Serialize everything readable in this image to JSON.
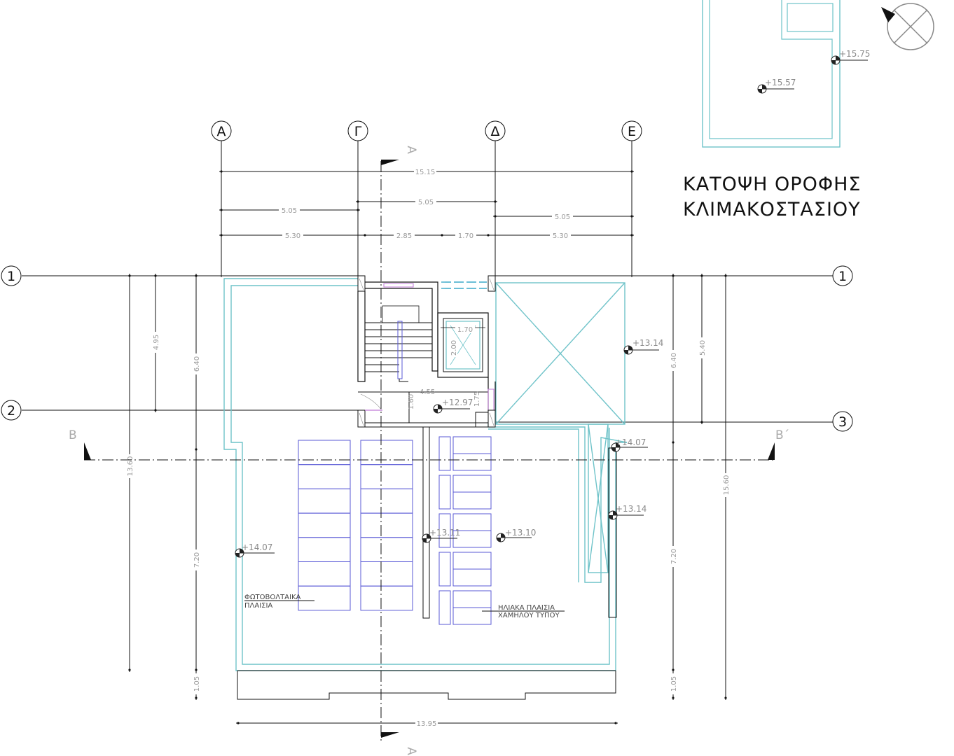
{
  "title": {
    "line1": "ΚΑΤΟΨΗ ΟΡΟΦΗΣ",
    "line2": "ΚΛΙΜΑΚΟΣΤΑΣΙΟΥ"
  },
  "grid": {
    "columns": [
      "Α",
      "Γ",
      "Δ",
      "Ε"
    ],
    "rows": {
      "r1_left": "1",
      "r1_right": "1",
      "r2": "2",
      "r3": "3"
    }
  },
  "section_marks": {
    "a_top": "A",
    "a_bottom": "A",
    "b_left": "B",
    "b_right": "B΄"
  },
  "dimensions": {
    "top_overall": "15.15",
    "top_mid": "5.05",
    "top_left": "5.05",
    "top_right": "5.05",
    "chain": [
      "5.30",
      "2.85",
      "1.70",
      "5.30"
    ],
    "left_495": "4.95",
    "left_640": "6.40",
    "left_1360": "13.60",
    "left_720": "7.20",
    "left_105": "1.05",
    "right_640": "6.40",
    "right_540": "5.40",
    "right_1560": "15.60",
    "right_720": "7.20",
    "right_105": "1.05",
    "bottom": "13.95",
    "stair_455": "4.55",
    "stair_160": "1.60",
    "stair_175": "1.75",
    "lift_170": "1.70",
    "lift_200": "2.00"
  },
  "levels": {
    "roof_1575": "+15.75",
    "roof_1557": "+15.57",
    "lvl_1314_a": "+13.14",
    "lvl_1297": "+12.97",
    "lvl_1407_r": "+14.07",
    "lvl_1314_b": "+13.14",
    "lvl_1311": "+13.11",
    "lvl_1310": "+13.10",
    "lvl_1407_l": "+14.07"
  },
  "notes": {
    "pv_line1": "ΦΩΤΟΒΟΛΤΑΙΚΑ",
    "pv_line2": "ΠΛΑΙΣΙΑ",
    "solar_line1": "ΗΛΙΑΚΑ ΠΛΑΙΣΙΑ",
    "solar_line2": "ΧΑΜΗΛΟΥ ΤΥΠΟΥ"
  },
  "colors": {
    "wall": "#111111",
    "outline": "#6fc3c9",
    "panel": "#5a5ad6",
    "dim": "#9a9a9a"
  }
}
